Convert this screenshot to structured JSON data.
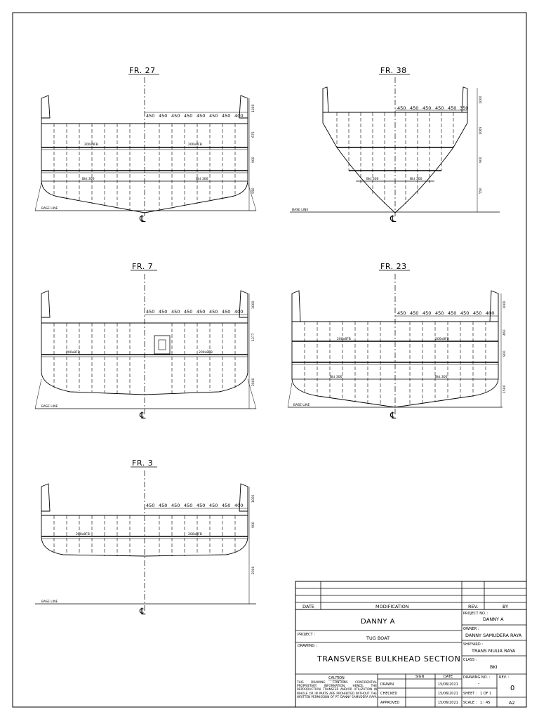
{
  "sections": [
    {
      "id": "fr27",
      "label": "FR. 27",
      "dims": [
        "450",
        "450",
        "450",
        "450",
        "450",
        "450",
        "450",
        "400"
      ],
      "vdims": [
        "1000",
        "675",
        "900",
        "550"
      ],
      "labels": [
        "200x8FB",
        "200x8FB",
        "Bkt 300",
        "Bkt 300"
      ]
    },
    {
      "id": "fr38",
      "label": "FR. 38",
      "dims": [
        "450",
        "450",
        "450",
        "450",
        "450",
        "350"
      ],
      "vdims": [
        "1000",
        "1065",
        "900",
        "550"
      ],
      "labels": [
        "Bkt 300",
        "Bkt 300"
      ]
    },
    {
      "id": "fr7",
      "label": "FR. 7",
      "dims": [
        "450",
        "450",
        "450",
        "450",
        "450",
        "450",
        "450",
        "400"
      ],
      "vdims": [
        "1000",
        "1377",
        "2000"
      ],
      "labels": [
        "200x8FB",
        "200x8FB"
      ]
    },
    {
      "id": "fr23",
      "label": "FR. 23",
      "dims": [
        "450",
        "450",
        "450",
        "450",
        "450",
        "450",
        "450",
        "400"
      ],
      "vdims": [
        "1000",
        "460",
        "900",
        "1500"
      ],
      "labels": [
        "200x8FB",
        "200x8FB",
        "Bkt 300",
        "Bkt 300"
      ]
    },
    {
      "id": "fr3",
      "label": "FR. 3",
      "dims": [
        "450",
        "450",
        "450",
        "450",
        "450",
        "450",
        "450",
        "400"
      ],
      "vdims": [
        "1000",
        "900",
        "2000"
      ],
      "labels": [
        "200x8FB",
        "200x8FB"
      ]
    }
  ],
  "base_line_label": "BASE LINE",
  "centerline_symbol": "℄",
  "title_block": {
    "date_header": "DATE",
    "modification_header": "MODIFICATION",
    "rev_header": "REV.",
    "by_header": "BY",
    "designer": "DANNY A",
    "project_label": "PROJECT :",
    "project": "TUG BOAT",
    "drawing_label": "DRAWING :",
    "drawing_title": "TRANSVERSE BULKHEAD SECTION",
    "caution_title": "CAUTION",
    "caution_text": "THIS DRAWING CONTAINS CONFIDENTIAL PROPRIETARY INFORMATION, HENCE, THE REPRODUCTION, TRANSFER AND/OR UTILIZATION IN WHOLE OR IN PARTS ARE PROHIBITED WITHOUT THE WRITTEN PERMISSION OF PT. DANNY SAMUDERA RAYA",
    "sign_header": "SIGN",
    "date_col_header": "DATE",
    "drawn_label": "DRAWN",
    "checked_label": "CHECKED",
    "approved_label": "APPROVED",
    "drawn_date": "15/06/2021",
    "checked_date": "15/06/2021",
    "approved_date": "15/06/2021",
    "project_no_label": "PROJECT NO. :",
    "project_no": "DANNY A",
    "owner_label": "OWNER :",
    "owner": "DANNY SAMUDERA RAYA",
    "shipyard_label": "SHIPYARD :",
    "shipyard": "TRANS MULIA RAYA",
    "class_label": "CLASS :",
    "class_value": "BKI",
    "drawing_no_label": "DRAWING NO. :",
    "drawing_no": "-",
    "rev_label": "REV. :",
    "rev_value": "0",
    "sheet_label": "SHEET :",
    "sheet_value": "1 OF 1",
    "scale_label": "SCALE :",
    "scale_value": "1 : 45",
    "paper_size": "A2"
  }
}
